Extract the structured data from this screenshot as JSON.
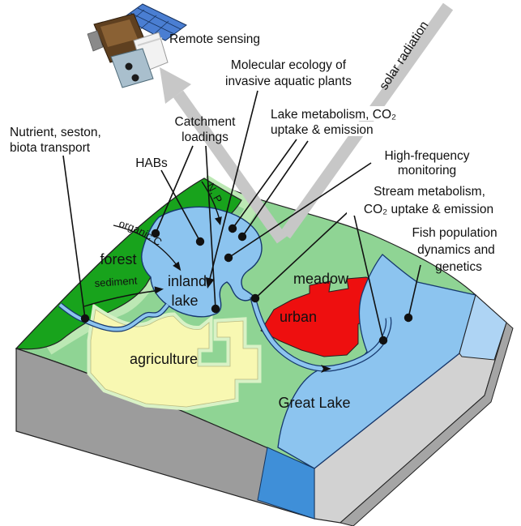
{
  "figure": {
    "description": "Isometric landscape diagram of lake-catchment research themes",
    "satellite_label": "Remote sensing",
    "solar_beam_label": "solar radiation"
  },
  "research_labels": {
    "nutrient": {
      "line1": "Nutrient, seston,",
      "line2": "biota transport"
    },
    "habs": {
      "text": "HABs"
    },
    "catchment": {
      "line1": "Catchment",
      "line2": "loadings"
    },
    "molecular": {
      "line1": "Molecular ecology of",
      "line2": "invasive aquatic plants"
    },
    "lake_metabolism": {
      "line1": "Lake metabolism, CO₂",
      "line2": "uptake & emission"
    },
    "high_frequency": {
      "line1": "High-frequency",
      "line2": "monitoring"
    },
    "stream_metabolism": {
      "line1": "Stream metabolism,",
      "line2": "CO₂ uptake & emission"
    },
    "fish": {
      "line1": "Fish population",
      "line2": "dynamics and",
      "line3": "genetics"
    }
  },
  "terrain_labels": {
    "forest": "forest",
    "inland_lake_line1": "inland",
    "inland_lake_line2": "lake",
    "meadow": "meadow",
    "urban": "urban",
    "agriculture": "agriculture",
    "great_lake": "Great Lake"
  },
  "flux_labels": {
    "organic_c": "organic C",
    "sediment": "sediment",
    "n_p": "N, P"
  },
  "colors": {
    "forest_green": "#18a31c",
    "meadow_green": "#8fd494",
    "pale_green_edge": "#bce8b4",
    "agriculture_yellow": "#f8f8b2",
    "urban_red": "#ee0f0f",
    "water_blue": "#8cc4ef",
    "deep_water_blue": "#3f8fd8",
    "slope_gray": "#9c9c9c",
    "beam_gray": "#c7c7c7",
    "great_lake_text": "#223a70",
    "urban_text": "#8b1a10"
  }
}
